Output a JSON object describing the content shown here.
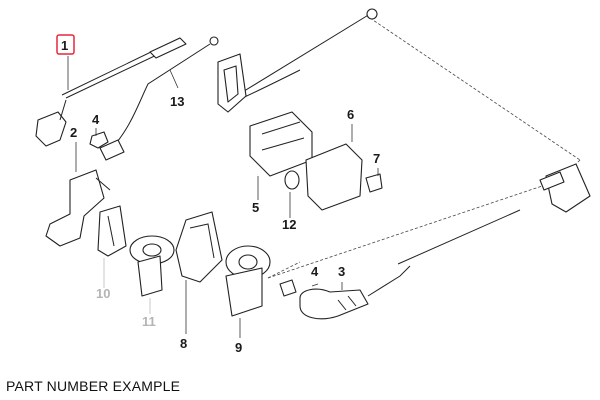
{
  "labels": {
    "n1": "1",
    "n2": "2",
    "n3": "3",
    "n4a": "4",
    "n4b": "4",
    "n5": "5",
    "n6": "6",
    "n7": "7",
    "n8": "8",
    "n9": "9",
    "n10": "10",
    "n11": "11",
    "n12": "12",
    "n13": "13"
  },
  "highlight_color": "#e8273a",
  "caption": "PART NUMBER EXAMPLE"
}
